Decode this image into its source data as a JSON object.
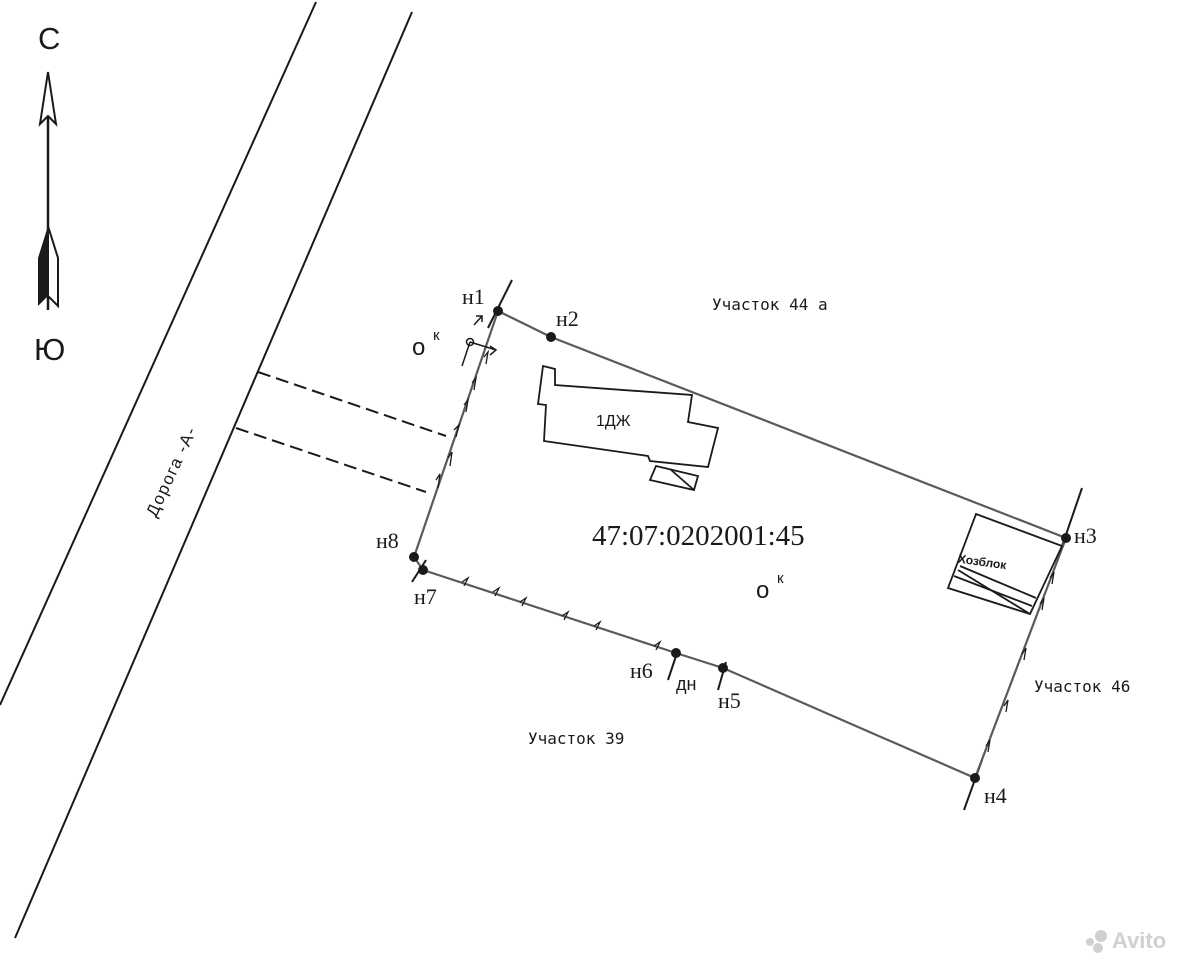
{
  "compass": {
    "north_label": "С",
    "south_label": "Ю"
  },
  "road": {
    "label": "Дорога -А-"
  },
  "parcel": {
    "cadastral_number": "47:07:0202001:45",
    "points": [
      {
        "id": "н1",
        "label": "н1"
      },
      {
        "id": "н2",
        "label": "н2"
      },
      {
        "id": "н3",
        "label": "н3"
      },
      {
        "id": "н4",
        "label": "н4"
      },
      {
        "id": "н5",
        "label": "н5"
      },
      {
        "id": "н6",
        "label": "н6"
      },
      {
        "id": "н7",
        "label": "н7"
      },
      {
        "id": "н8",
        "label": "н8"
      }
    ]
  },
  "neighbors": {
    "north": "Участок 44 а",
    "east": "Участок 46",
    "south": "Участок 39"
  },
  "buildings": {
    "house": "1ДЖ",
    "shed": "Хозблок"
  },
  "symbols": {
    "vegetable_garden": "о",
    "vegetable_garden_sup": "к",
    "wooden_fence": "дн"
  },
  "watermark": {
    "text": "Avito"
  },
  "colors": {
    "line": "#1a1a1a",
    "boundary": "#5a5a5a",
    "watermark": "#d0d0d0"
  }
}
